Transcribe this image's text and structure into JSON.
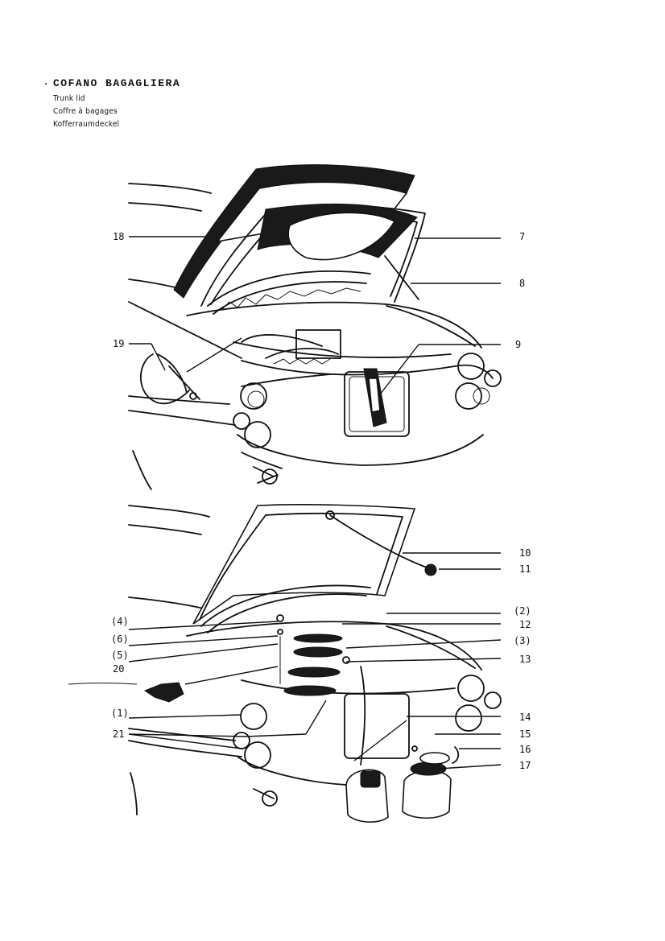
{
  "header": {
    "title": "COFANO BAGAGLIERA",
    "subtitle_en": "Trunk lid",
    "subtitle_fr": "Coffre à bagages",
    "subtitle_de": "Kofferraumdeckel"
  },
  "callouts": {
    "c7": "7",
    "c8": "8",
    "c9": "9",
    "c10": "10",
    "c11": "11",
    "c12": "12",
    "c13": "13",
    "c14": "14",
    "c15": "15",
    "c16": "16",
    "c17": "17",
    "c18": "18",
    "c19": "19",
    "c20": "20",
    "c21": "21",
    "p1": "(1)",
    "p2": "(2)",
    "p3": "(3)",
    "p4": "(4)",
    "p5": "(5)",
    "p6": "(6)"
  }
}
